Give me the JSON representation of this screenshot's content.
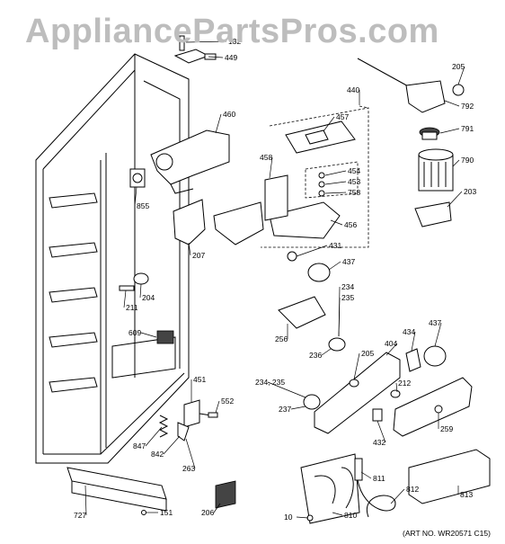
{
  "watermark": "AppliancePartsPros.com",
  "art_number": "(ART NO. WR20571 C15)",
  "part_labels": [
    {
      "id": "l-449",
      "text": "449"
    },
    {
      "id": "l-132",
      "text": "132"
    },
    {
      "id": "l-460",
      "text": "460"
    },
    {
      "id": "l-440",
      "text": "440"
    },
    {
      "id": "l-457",
      "text": "457"
    },
    {
      "id": "l-205a",
      "text": "205"
    },
    {
      "id": "l-792",
      "text": "792"
    },
    {
      "id": "l-791",
      "text": "791"
    },
    {
      "id": "l-790",
      "text": "790"
    },
    {
      "id": "l-203",
      "text": "203"
    },
    {
      "id": "l-458",
      "text": "458"
    },
    {
      "id": "l-454",
      "text": "454"
    },
    {
      "id": "l-453",
      "text": "453"
    },
    {
      "id": "l-758",
      "text": "758"
    },
    {
      "id": "l-456",
      "text": "456"
    },
    {
      "id": "l-431",
      "text": "431"
    },
    {
      "id": "l-437a",
      "text": "437"
    },
    {
      "id": "l-855",
      "text": "855"
    },
    {
      "id": "l-207",
      "text": "207"
    },
    {
      "id": "l-204",
      "text": "204"
    },
    {
      "id": "l-211",
      "text": "211"
    },
    {
      "id": "l-609",
      "text": "609"
    },
    {
      "id": "l-256",
      "text": "256"
    },
    {
      "id": "l-234a",
      "text": "234"
    },
    {
      "id": "l-235a",
      "text": "235"
    },
    {
      "id": "l-236",
      "text": "236"
    },
    {
      "id": "l-205b",
      "text": "205"
    },
    {
      "id": "l-404",
      "text": "404"
    },
    {
      "id": "l-434",
      "text": "434"
    },
    {
      "id": "l-437b",
      "text": "437"
    },
    {
      "id": "l-212",
      "text": "212"
    },
    {
      "id": "l-234b",
      "text": "234, 235"
    },
    {
      "id": "l-237",
      "text": "237"
    },
    {
      "id": "l-432",
      "text": "432"
    },
    {
      "id": "l-259",
      "text": "259"
    },
    {
      "id": "l-451",
      "text": "451"
    },
    {
      "id": "l-552",
      "text": "552"
    },
    {
      "id": "l-847",
      "text": "847"
    },
    {
      "id": "l-842",
      "text": "842"
    },
    {
      "id": "l-263",
      "text": "263"
    },
    {
      "id": "l-727",
      "text": "727"
    },
    {
      "id": "l-151",
      "text": "151"
    },
    {
      "id": "l-206",
      "text": "206"
    },
    {
      "id": "l-811",
      "text": "811"
    },
    {
      "id": "l-812",
      "text": "812"
    },
    {
      "id": "l-813",
      "text": "813"
    },
    {
      "id": "l-810",
      "text": "810"
    },
    {
      "id": "l-10",
      "text": "10"
    }
  ]
}
